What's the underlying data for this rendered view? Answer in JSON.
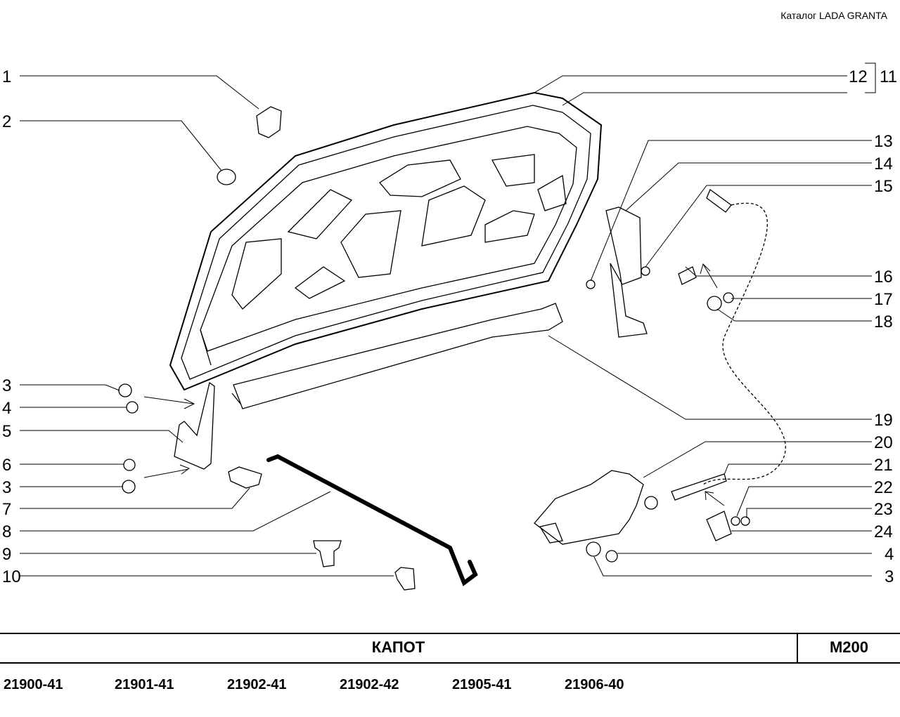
{
  "header": {
    "catalog": "Каталог  LADA  GRANTA"
  },
  "callouts": [
    "1",
    "2",
    "3",
    "4",
    "5",
    "6",
    "3",
    "7",
    "8",
    "9",
    "10",
    "12",
    "11",
    "13",
    "14",
    "15",
    "16",
    "17",
    "18",
    "19",
    "20",
    "21",
    "22",
    "23",
    "24",
    "4",
    "3"
  ],
  "footer": {
    "title": "КАПОТ",
    "code": "M200",
    "models": [
      "21900-41",
      "21901-41",
      "21902-41",
      "21902-42",
      "21905-41",
      "21906-40"
    ]
  }
}
